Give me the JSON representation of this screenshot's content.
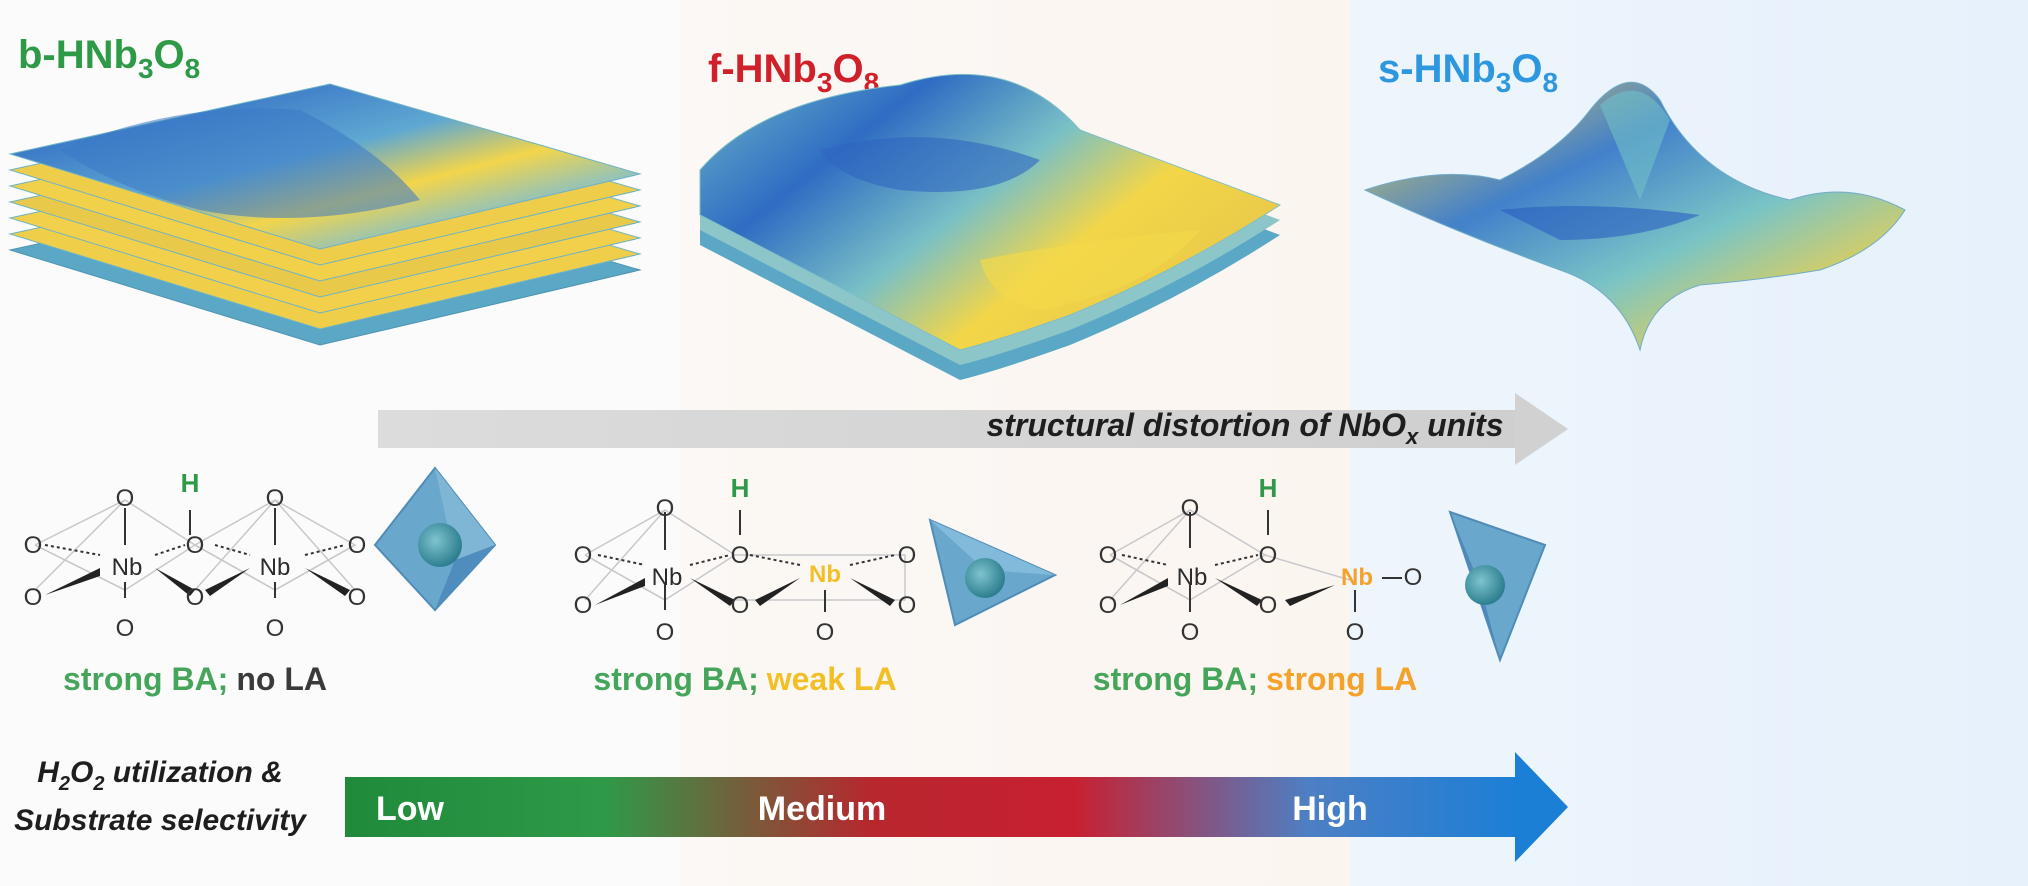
{
  "panels": [
    {
      "key": "b",
      "title_pre": "b-HNb",
      "sub1": "3",
      "mid": "O",
      "sub2": "8",
      "title_color": "#2e9a48",
      "acid_ba": "strong BA;",
      "acid_la": "no LA",
      "la_color": "#3a3a3a",
      "nb_right_color": "#2b2b2b"
    },
    {
      "key": "f",
      "title_pre": "f-HNb",
      "sub1": "3",
      "mid": "O",
      "sub2": "8",
      "title_color": "#d0202a",
      "acid_ba": "strong BA;",
      "acid_la": "weak LA",
      "la_color": "#f2bf27",
      "nb_right_color": "#f2bf27"
    },
    {
      "key": "s",
      "title_pre": "s-HNb",
      "sub1": "3",
      "mid": "O",
      "sub2": "8",
      "title_color": "#2d98e0",
      "acid_ba": "strong BA;",
      "acid_la": "strong LA",
      "la_color": "#f5a22a",
      "nb_right_color": "#f5a22a"
    }
  ],
  "ba_color": "#45a55a",
  "atoms": {
    "O": "O",
    "H": "H",
    "Nb": "Nb"
  },
  "distortion_arrow": {
    "text_pre": "structural distortion of NbO",
    "sub": "x",
    "text_post": " units"
  },
  "bottom": {
    "label_line1_pre": "H",
    "label_line1_sub1": "2",
    "label_line1_mid": "O",
    "label_line1_sub2": "2",
    "label_line1_post": " utilization &",
    "label_line2": "Substrate selectivity",
    "levels": [
      "Low",
      "Medium",
      "High"
    ],
    "gradient_colors": [
      "#1f8a3a",
      "#2e9a48",
      "#c82030",
      "#2d98e0",
      "#1b7fd6"
    ]
  }
}
